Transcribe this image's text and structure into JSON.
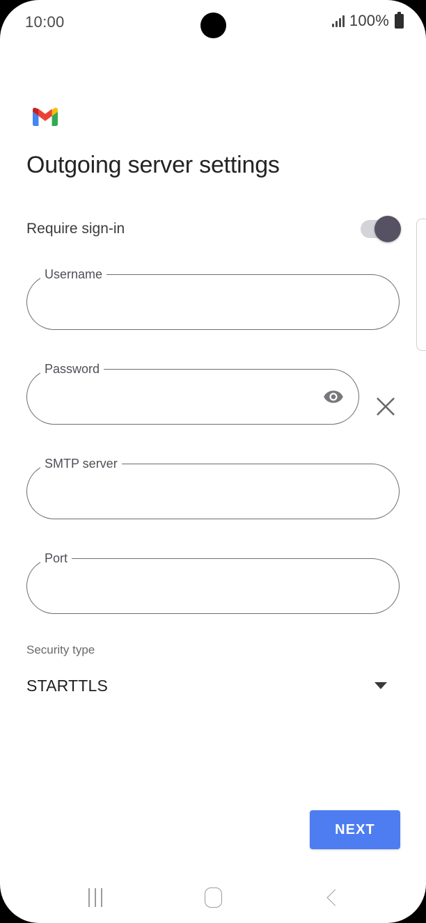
{
  "status_bar": {
    "time": "10:00",
    "battery_percent": "100%",
    "signal_icon": "signal-bars-icon",
    "battery_icon": "battery-full-icon"
  },
  "app": {
    "logo_icon": "gmail-logo-icon",
    "title": "Outgoing server settings"
  },
  "require_signin": {
    "label": "Require sign-in",
    "enabled": true,
    "toggle_track_color": "#d3d4da",
    "toggle_thumb_color": "#575263"
  },
  "fields": [
    {
      "name": "username",
      "label": "Username",
      "value": "",
      "placeholder": ""
    },
    {
      "name": "password",
      "label": "Password",
      "value": "",
      "placeholder": ""
    },
    {
      "name": "smtp_server",
      "label": "SMTP server",
      "value": "",
      "placeholder": ""
    },
    {
      "name": "port",
      "label": "Port",
      "value": "",
      "placeholder": ""
    }
  ],
  "password_icons": {
    "visibility_icon": "eye-icon",
    "clear_icon": "close-x-icon"
  },
  "security_type": {
    "label": "Security type",
    "value": "STARTTLS",
    "caret_icon": "chevron-down-icon"
  },
  "actions": {
    "next_label": "NEXT",
    "next_color": "#4d7df0"
  },
  "nav_bar": {
    "recents_icon": "recents-icon",
    "home_icon": "home-icon",
    "back_icon": "back-chevron-icon"
  }
}
